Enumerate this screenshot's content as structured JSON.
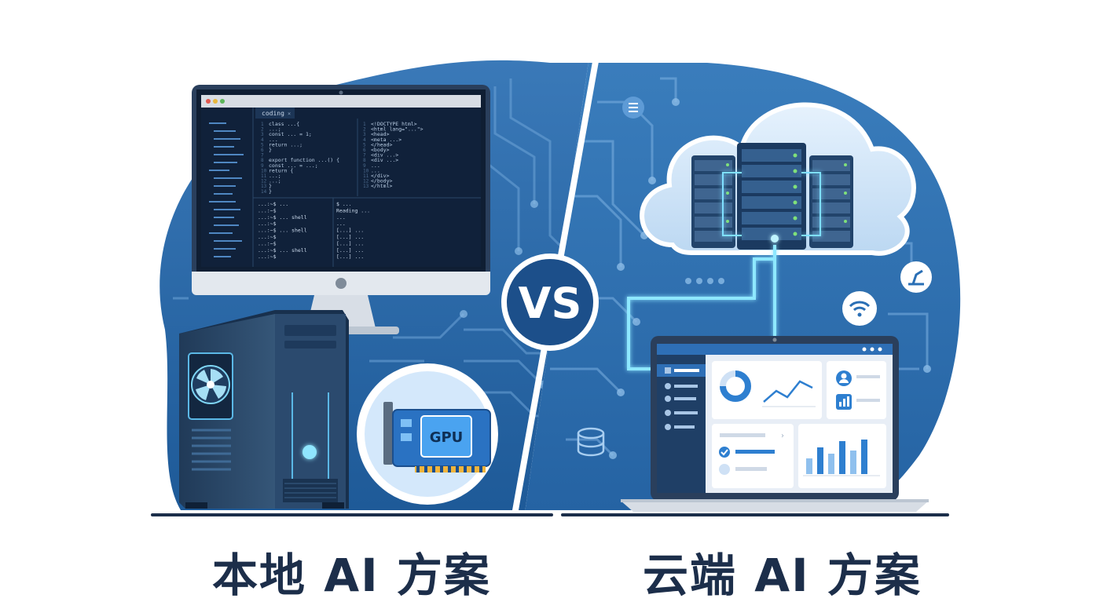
{
  "left": {
    "caption": "本地 AI 方案",
    "editor_tab": "coding",
    "code_left": [
      "class ...{",
      "  ...;",
      "  const ... = 1;",
      "  ...",
      "  return ...;",
      "}",
      "",
      "export function ...() {",
      "  const ... = ...;",
      "  return {",
      "    ...;",
      "    ...;",
      "  }",
      "}"
    ],
    "code_right": [
      "<!DOCTYPE html>",
      "<html lang=\"...\">",
      "  <head>",
      "    <meta ...>",
      "  </head>",
      "  <body>",
      "    <div ...>",
      "    <div ...>",
      "      ...",
      "      ...",
      "    </div>",
      "  </body>",
      "</html>"
    ],
    "terminal_left": [
      "...:~$ ...",
      "...:~$",
      "...:~$ ... shell",
      "...:~$",
      "...:~$ ... shell",
      "...:~$",
      "...:~$",
      "...:~$ ... shell",
      "...:~$"
    ],
    "terminal_right": [
      "$ ...",
      "Reading ...",
      "...",
      "...",
      "[...] ...",
      "[...] ...",
      "[...] ...",
      "[...] ...",
      "[...] ..."
    ],
    "gpu_label": "GPU"
  },
  "vs_label": "VS",
  "right": {
    "caption": "云端 AI 方案"
  },
  "colors": {
    "dark_blue": "#1f5b99",
    "mid_blue": "#3b78b5",
    "light_blue": "#cfe3f7",
    "glow": "#7fe0ff",
    "navy": "#1c2e4a",
    "tower": "#2c4766"
  },
  "icons": {
    "gpu": "gpu-card-icon",
    "server": "server-rack-icon",
    "cloud": "cloud-icon",
    "wifi": "wifi-icon",
    "database": "database-icon"
  }
}
